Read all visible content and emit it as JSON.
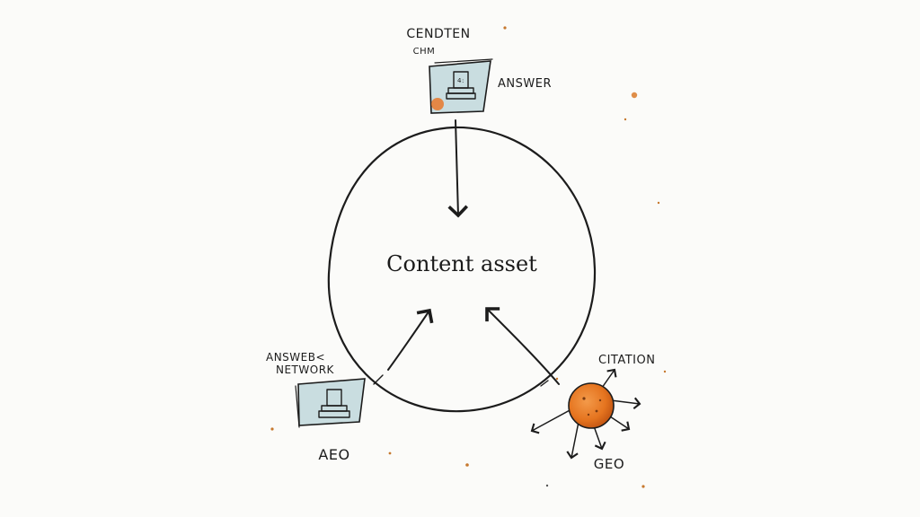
{
  "diagram": {
    "center": {
      "label": "Content asset"
    },
    "top_node": {
      "caption": "CENDTEN CHM",
      "side_label": "ANSWER",
      "icon": "computer-icon"
    },
    "left_node": {
      "caption": "ANSWEB< NETWORK",
      "bottom_label": "AEO",
      "icon": "computer-icon"
    },
    "right_node": {
      "caption": "CITATION",
      "bottom_label": "GEO",
      "icon": "orange-sphere-icon"
    },
    "colors": {
      "ink": "#1c1c1c",
      "orange": "#e8782a",
      "panel_fill": "#c9dde0"
    }
  }
}
